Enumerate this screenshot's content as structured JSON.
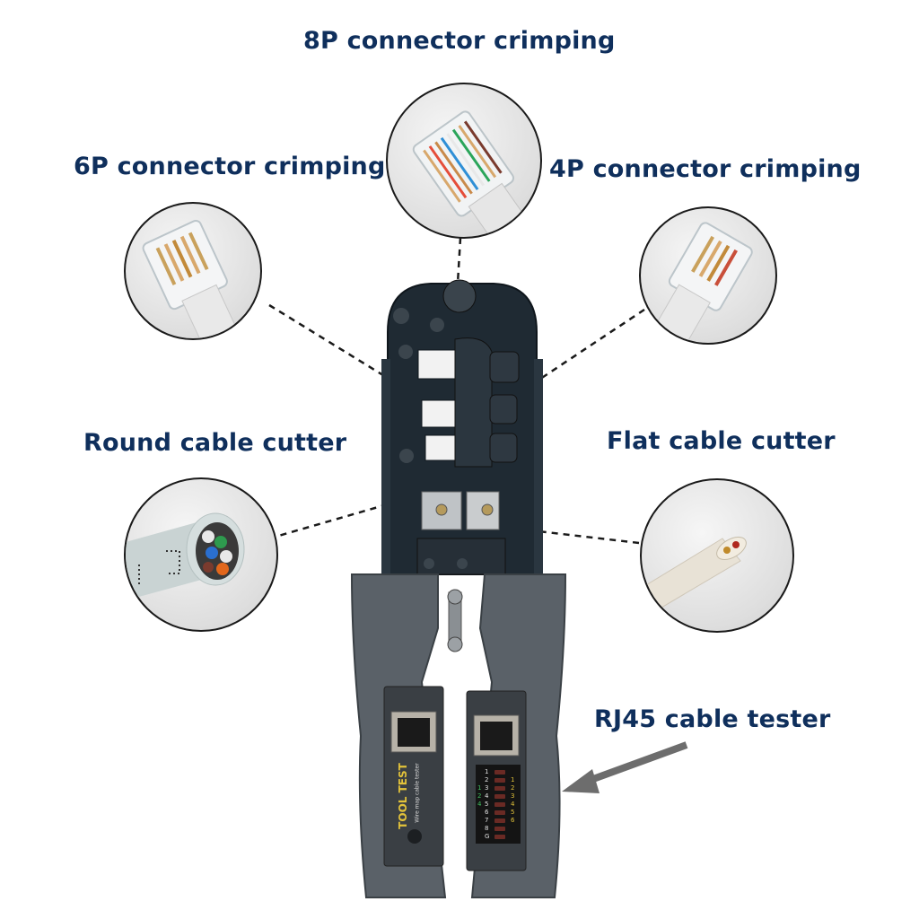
{
  "product": "RJ45 crimping tool with cable tester",
  "callouts": {
    "p8": {
      "label": "8P connector crimping"
    },
    "p6": {
      "label": "6P connector crimping"
    },
    "p4": {
      "label": "4P connector crimping"
    },
    "round_cutter": {
      "label": "Round cable cutter"
    },
    "flat_cutter": {
      "label": "Flat cable cutter"
    },
    "tester": {
      "label": "RJ45 cable tester"
    }
  },
  "tool": {
    "brand_text": "TOOL TEST",
    "sub_text": "Wire map cable tester",
    "led_left_numbers": [
      "1",
      "2",
      "3",
      "4",
      "5",
      "6",
      "7",
      "8",
      "G"
    ],
    "led_right_numbers": [
      "1",
      "2",
      "3",
      "4",
      "5",
      "6"
    ],
    "led_green_numbers": [
      "1",
      "2",
      "4"
    ]
  },
  "colors": {
    "label": "#0f2f5c",
    "tool_body": "#1f2a33",
    "handle": "#5a6168",
    "arrow": "#6d6d6d"
  }
}
